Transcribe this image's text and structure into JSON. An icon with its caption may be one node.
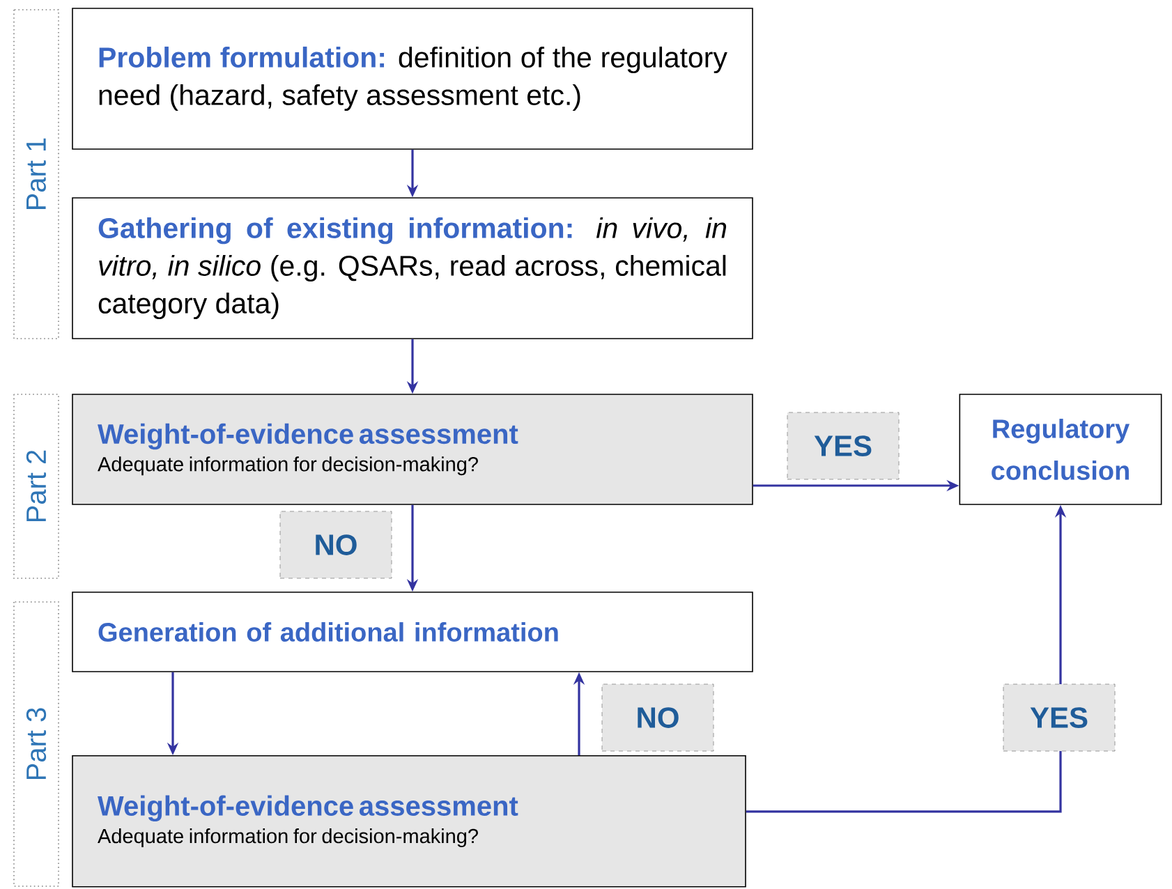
{
  "diagram": {
    "nodes": [
      {
        "text": [
          "Part 1"
        ]
      },
      {
        "text": [
          "Problem formulation:",
          "definition of the regulatory need (hazard, safety assessment etc.)"
        ]
      },
      {
        "text": [
          "Gathering of existing information:",
          "*in vivo, in vitro, in silico* (e.g. QSARs, read across, chemical category data)"
        ]
      },
      {
        "text": [
          "Part 2"
        ]
      },
      {
        "text": [
          "Weight-of-evidence assessment",
          "Adequate information for decision-making?"
        ]
      },
      {
        "text": [
          "Regulatory conclusion"
        ]
      },
      {
        "text": [
          "Part 3"
        ]
      },
      {
        "text": [
          "Generation of additional information"
        ]
      },
      {
        "text": [
          "Weight-of-evidence assessment",
          "Adequate information for decision-making?"
        ]
      }
    ],
    "edges": [
      {
        "from": 1,
        "to": 2,
        "arrow": "to"
      },
      {
        "from": 2,
        "to": 4,
        "arrow": "to"
      },
      {
        "from": 4,
        "to": 5,
        "arrow": "to",
        "label": "YES"
      },
      {
        "from": 4,
        "to": 7,
        "arrow": "to",
        "label": "NO"
      },
      {
        "from": 7,
        "to": 8,
        "arrow": "to"
      },
      {
        "from": 8,
        "to": 7,
        "arrow": "to",
        "label": "NO"
      },
      {
        "from": 8,
        "to": 5,
        "arrow": "to",
        "label": "YES"
      }
    ]
  }
}
